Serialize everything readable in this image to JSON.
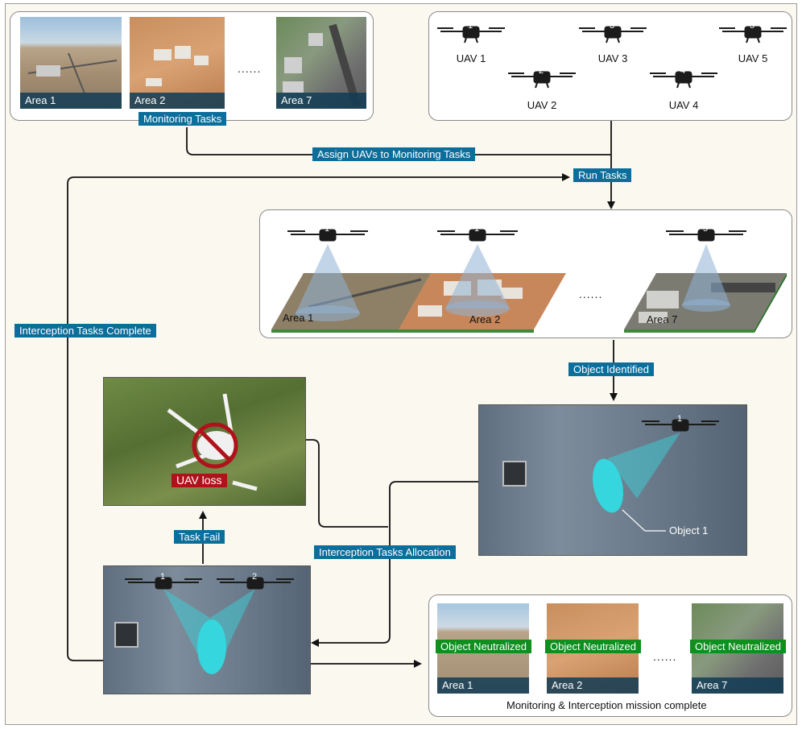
{
  "monitoring": {
    "tag": "Monitoring Tasks",
    "areas": [
      "Area 1",
      "Area 2",
      "Area 7"
    ],
    "ellipsis": "......"
  },
  "uavs": [
    "UAV 1",
    "UAV 2",
    "UAV 3",
    "UAV 4",
    "UAV 5"
  ],
  "uav_numbers": [
    "1",
    "2",
    "3",
    "4",
    "5"
  ],
  "flow": {
    "assign": "Assign UAVs to Monitoring Tasks",
    "run": "Run Tasks",
    "object_identified": "Object Identified",
    "interception_complete": "Interception Tasks Complete",
    "task_fail": "Task Fail",
    "interception_allocation": "Interception Tasks Allocation"
  },
  "scan": {
    "areas": [
      "Area 1",
      "Area 2",
      "Area 7"
    ],
    "ellipsis": "......"
  },
  "uav_loss": "UAV loss",
  "object_label": "Object 1",
  "complete": {
    "neutralized": "Object Neutralized",
    "areas": [
      "Area 1",
      "Area 2",
      "Area 7"
    ],
    "ellipsis": "......",
    "caption": "Monitoring & Interception mission complete"
  },
  "colors": {
    "tag_blue": "#0b6e9b",
    "loss_red": "#b0121b",
    "neutral_green": "#0e8f1e",
    "cyan_object": "#35d6de"
  }
}
